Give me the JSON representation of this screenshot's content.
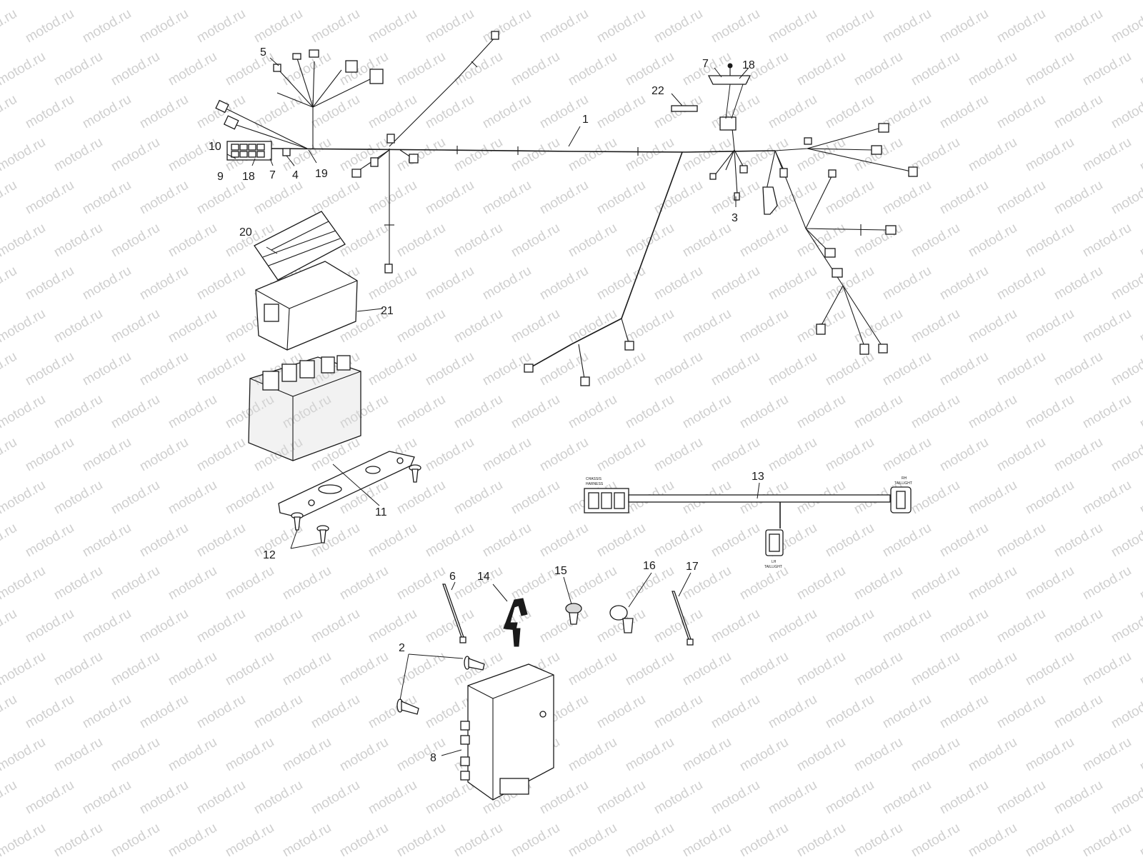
{
  "watermark": "motod.ru",
  "callouts": {
    "c1": "1",
    "c2": "2",
    "c3": "3",
    "c4": "4",
    "c5": "5",
    "c6": "6",
    "c7a": "7",
    "c7b": "7",
    "c8": "8",
    "c9": "9",
    "c10": "10",
    "c11": "11",
    "c12": "12",
    "c13": "13",
    "c14": "14",
    "c15": "15",
    "c16": "16",
    "c17": "17",
    "c18a": "18",
    "c18b": "18",
    "c19": "19",
    "c20": "20",
    "c21": "21",
    "c22": "22"
  },
  "harness_13": {
    "left_label_1": "CHASSIS",
    "left_label_2": "HARNESS",
    "right_label_1": "RH",
    "right_label_2": "TAILLIGHT",
    "lower_label_1": "LH",
    "lower_label_2": "TAILLIGHT"
  }
}
